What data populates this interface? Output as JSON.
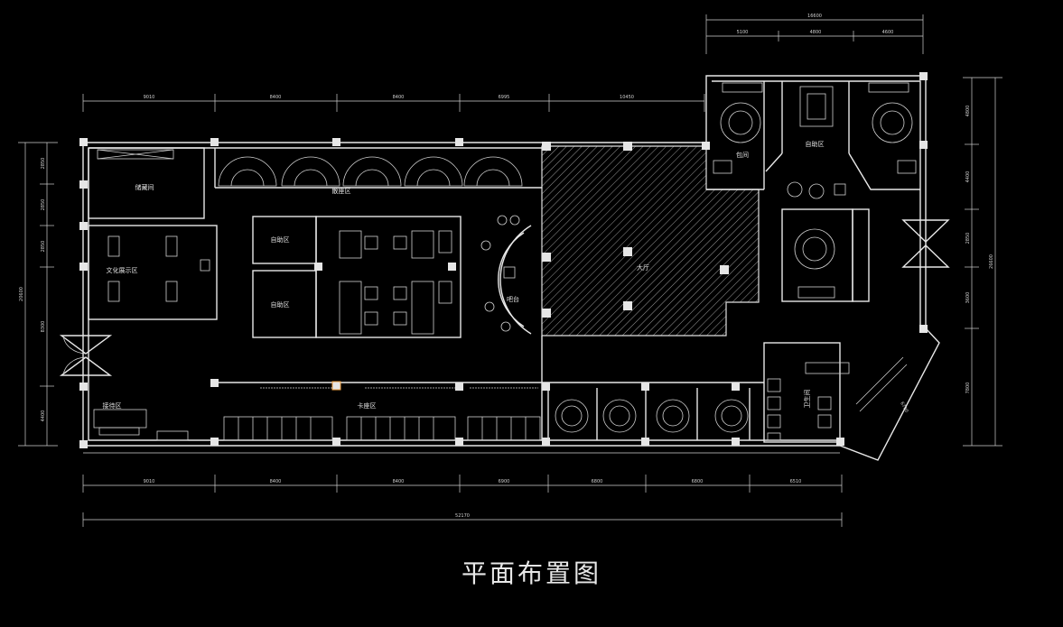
{
  "drawing": {
    "title": "平面布置图",
    "rooms": {
      "storage": "储藏间",
      "culture": "文化展示区",
      "reception": "接待区",
      "dining_top": "散座区",
      "buffet_a": "自助区",
      "buffet_b": "自助区",
      "bar": "吧台",
      "hall": "大厅",
      "booth": "卡座区",
      "private_left": "包间",
      "buffet_right": "自助区",
      "toilet": "卫生间"
    },
    "dimensions": {
      "top_overall": "16600",
      "top_segments": [
        "5100",
        "4800",
        "4600"
      ],
      "upper_segments": [
        "9010",
        "8400",
        "8400",
        "6995",
        "10450"
      ],
      "bottom_segments": [
        "9010",
        "8400",
        "8400",
        "6900",
        "6800",
        "6800",
        "6510"
      ],
      "bottom_overall": "52170",
      "left_segments": [
        "2850",
        "2850",
        "2850",
        "8300",
        "4400"
      ],
      "left_overall": "20600",
      "right_segments": [
        "4800",
        "4400",
        "2850",
        "3600",
        "7800"
      ],
      "right_overall": "26600",
      "slant": "6700"
    }
  }
}
